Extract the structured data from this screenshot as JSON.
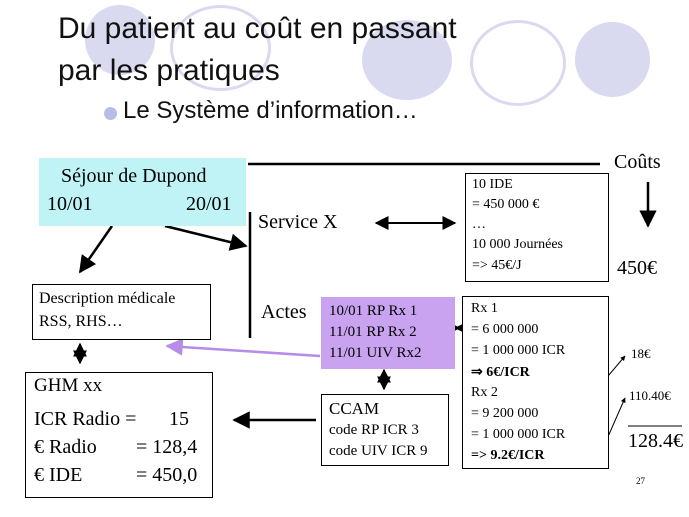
{
  "slide": {
    "title_line1": "Du patient au coût en passant",
    "title_line2": "par les pratiques",
    "bullet": "Le Système d’information…",
    "page_number": "27"
  },
  "colors": {
    "accent_circle": "#d6d6ef",
    "sejour_box": "#bff3f6",
    "actes_box": "#c9a3ef",
    "arrow_purple": "#b58ce8",
    "bullet_dot": "#b8bde8"
  },
  "sejour": {
    "label": "Séjour de Dupond",
    "start": "10/01",
    "end": "20/01"
  },
  "service": {
    "label": "Service X"
  },
  "actes": {
    "label": "Actes"
  },
  "couts": {
    "label": "Coûts",
    "value": "450€"
  },
  "service_costs": {
    "lines": [
      "10 IDE",
      "= 450 000 €",
      "…",
      "10 000 Journées",
      "=> 45€/J"
    ]
  },
  "description": {
    "lines": [
      "Description médicale",
      "RSS, RHS…"
    ]
  },
  "actes_list": {
    "lines": [
      "10/01 RP Rx 1",
      "11/01 RP Rx 2",
      "11/01 UIV Rx2"
    ]
  },
  "radio_costs": {
    "lines": [
      "Rx 1",
      "= 6 000 000",
      "= 1 000 000 ICR",
      "⇒ 6€/ICR",
      "Rx 2",
      "= 9 200 000",
      "= 1 000 000 ICR",
      "=> 9.2€/ICR"
    ]
  },
  "ghm": {
    "title": "GHM  xx",
    "rows": [
      {
        "label": "ICR Radio =",
        "value": "15"
      },
      {
        "label": "€ Radio",
        "value": "= 128,4"
      },
      {
        "label": "€ IDE",
        "value": "= 450,0"
      }
    ]
  },
  "ccam": {
    "lines": [
      "CCAM",
      "code RP ICR 3",
      "code UIV ICR 9"
    ]
  },
  "side_values": {
    "v1": "18€",
    "v2": "110.40€",
    "total": "128.4€"
  }
}
